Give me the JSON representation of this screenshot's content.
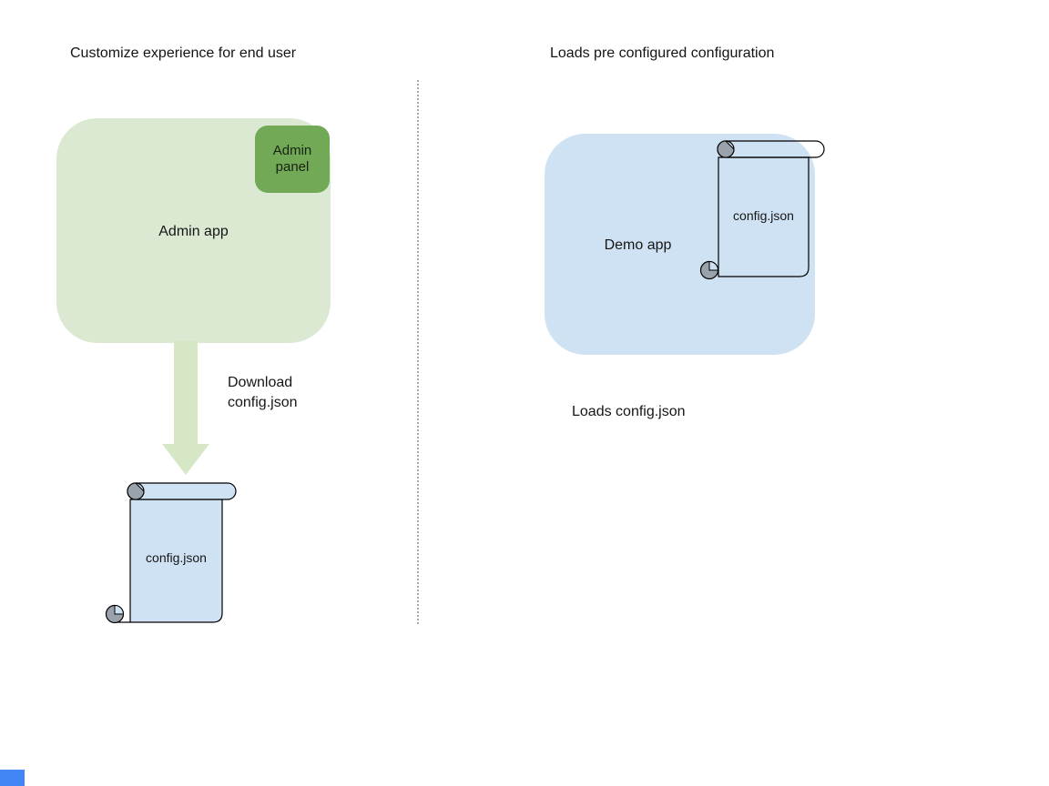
{
  "left_section": {
    "title": "Customize experience for end user",
    "admin_app": {
      "label": "Admin app"
    },
    "admin_panel": {
      "label": "Admin panel"
    },
    "download_arrow_label": "Download config.json",
    "config_scroll": {
      "label": "config.json"
    }
  },
  "right_section": {
    "title": "Loads pre configured configuration",
    "demo_app": {
      "label": "Demo app"
    },
    "config_scroll": {
      "label": "config.json"
    },
    "caption": "Loads config.json"
  },
  "palette": {
    "admin_app_fill": "#dbe9d2",
    "admin_panel_fill": "#71a956",
    "arrow_fill": "#d6e7c6",
    "blue_fill": "#cfe2f3",
    "scroll_outline": "#000000",
    "scroll_curl_gray": "#9aa3ac",
    "divider_gray": "#a8a8a8",
    "text_color": "#161616",
    "corner_fragment_blue": "#4285f4"
  }
}
